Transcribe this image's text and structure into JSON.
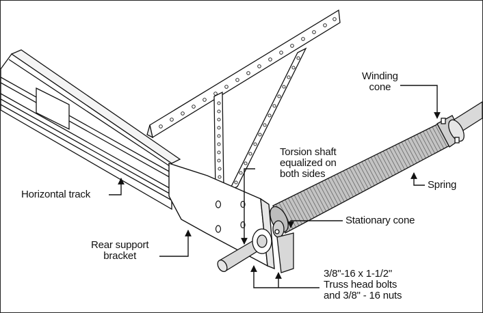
{
  "labels": {
    "winding_cone": [
      "Winding",
      "cone"
    ],
    "torsion_shaft": [
      "Torsion shaft",
      "equalized on",
      "both sides"
    ],
    "spring": "Spring",
    "horizontal_track": "Horizontal track",
    "stationary_cone": "Stationary cone",
    "rear_support_bracket": [
      "Rear support",
      "bracket"
    ],
    "bolts": [
      "3/8\"-16 x 1-1/2\"",
      "Truss head bolts",
      "and 3/8\" - 16 nuts"
    ]
  },
  "colors": {
    "line": "#111111",
    "shaft": "#d9d9d9",
    "spring": "#bfbfbf",
    "background": "#ffffff"
  }
}
